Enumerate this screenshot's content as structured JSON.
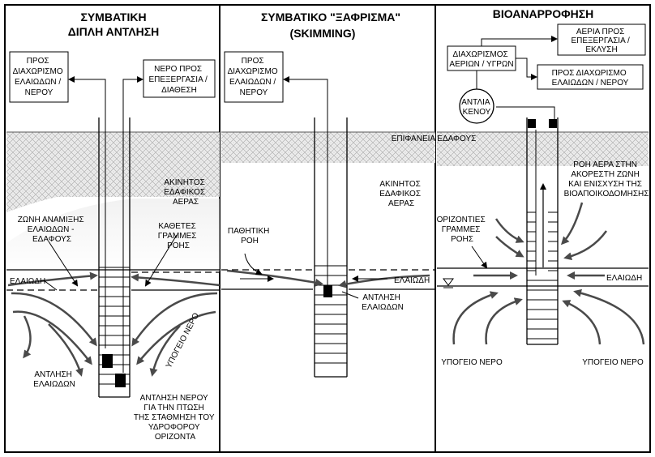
{
  "panels": {
    "dual": {
      "title_line1": "ΣΥΜΒΑΤΙΚΗ",
      "title_line2": "ΔΙΠΛΗ ΑΝΤΛΗΣΗ",
      "box_left": [
        "ΠΡΟΣ",
        "ΔΙΑΧΩΡΙΣΜΟ",
        "ΕΛΑΙΩΔΩΝ /",
        "ΝΕΡΟΥ"
      ],
      "box_right": [
        "ΝΕΡΟ ΠΡΟΣ",
        "ΕΠΕΞΕΡΓΑΣΙΑ /",
        "ΔΙΑΘΕΣΗ"
      ],
      "soil_air": [
        "ΑΚΙΝΗΤΟΣ",
        "ΕΔΑΦΙΚΟΣ",
        "ΑΕΡΑΣ"
      ],
      "mix_zone": [
        "ΖΩΝΗ ΑΝΑΜΙΞΗΣ",
        "ΕΛΑΙΩΔΩΝ -",
        "ΕΔΑΦΟΥΣ"
      ],
      "vertical_flow": [
        "ΚΑΘΕΤΕΣ",
        "ΓΡΑΜΜΕΣ",
        "ΡΟΗΣ"
      ],
      "oil_label": "ΕΛΑΙΩΔΗ",
      "groundwater": "ΥΠΟΓΕΙΟ ΝΕΡΟ",
      "pump_oil": [
        "ΑΝΤΛΗΣΗ",
        "ΕΛΑΙΩΔΩΝ"
      ],
      "pump_water": [
        "ΑΝΤΛΗΣΗ ΝΕΡΟΥ",
        "ΓΙΑ ΤΗΝ ΠΤΩΣΗ",
        "ΤΗΣ ΣΤΑΘΜΗΣΗ ΤΟΥ",
        "ΥΔΡΟΦΟΡΟΥ",
        "ΟΡΙΖΟΝΤΑ"
      ]
    },
    "skim": {
      "title_line1": "ΣΥΜΒΑΤΙΚΟ \"ΞΑΦΡΙΣΜΑ\"",
      "title_line2": "(SKIMMING)",
      "box": [
        "ΠΡΟΣ",
        "ΔΙΑΧΩΡΙΣΜΟ",
        "ΕΛΑΙΩΔΩΝ /",
        "ΝΕΡΟΥ"
      ],
      "soil_air": [
        "ΑΚΙΝΗΤΟΣ",
        "ΕΔΑΦΙΚΟΣ",
        "ΑΕΡΑΣ"
      ],
      "passive_flow": [
        "ΠΑΘΗΤΙΚΗ",
        "ΡΟΗ"
      ],
      "oil_label": "ΕΛΑΙΩΔΗ",
      "pump_oil": [
        "ΑΝΤΛΗΣΗ",
        "ΕΛΑΙΩΔΩΝ"
      ]
    },
    "bio": {
      "title": "ΒΙΟΑΝΑΡΡΟΦΗΣΗ",
      "box_gas": [
        "ΑΕΡΙΑ ΠΡΟΣ",
        "ΕΠΕΞΕΡΓΑΣΙΑ /",
        "ΕΚΛΥΣΗ"
      ],
      "box_sep": [
        "ΔΙΑΧΩΡΙΣΜΟΣ",
        "ΑΕΡΙΩΝ / ΥΓΡΩΝ"
      ],
      "box_oil": [
        "ΠΡΟΣ ΔΙΑΧΩΡΙΣΜΟ",
        "ΕΛΑΙΩΔΩΝ / ΝΕΡΟΥ"
      ],
      "pump": [
        "ΑΝΤΛΙΑ",
        "ΚΕΝΟΥ"
      ],
      "surface": "ΕΠΙΦΑΝΕΙΑ ΕΔΑΦΟΥΣ",
      "air_flow": [
        "ΡΟΗ ΑΕΡΑ ΣΤΗΝ",
        "ΑΚΟΡΕΣΤΗ ΖΩΝΗ",
        "ΚΑΙ ΕΝΙΣΧΥΣΗ ΤΗΣ",
        "ΒΙΟΑΠΟΙΚΟΔΟΜΗΣΗΣ"
      ],
      "horizontal_flow": [
        "ΟΡΙΖΟΝΤΙΕΣ",
        "ΓΡΑΜΜΕΣ",
        "ΡΟΗΣ"
      ],
      "oil_label": "ΕΛΑΙΩΔΗ",
      "groundwater_left": "ΥΠΟΓΕΙΟ ΝΕΡΟ",
      "groundwater_right": "ΥΠΟΓΕΙΟ ΝΕΡΟ"
    }
  }
}
